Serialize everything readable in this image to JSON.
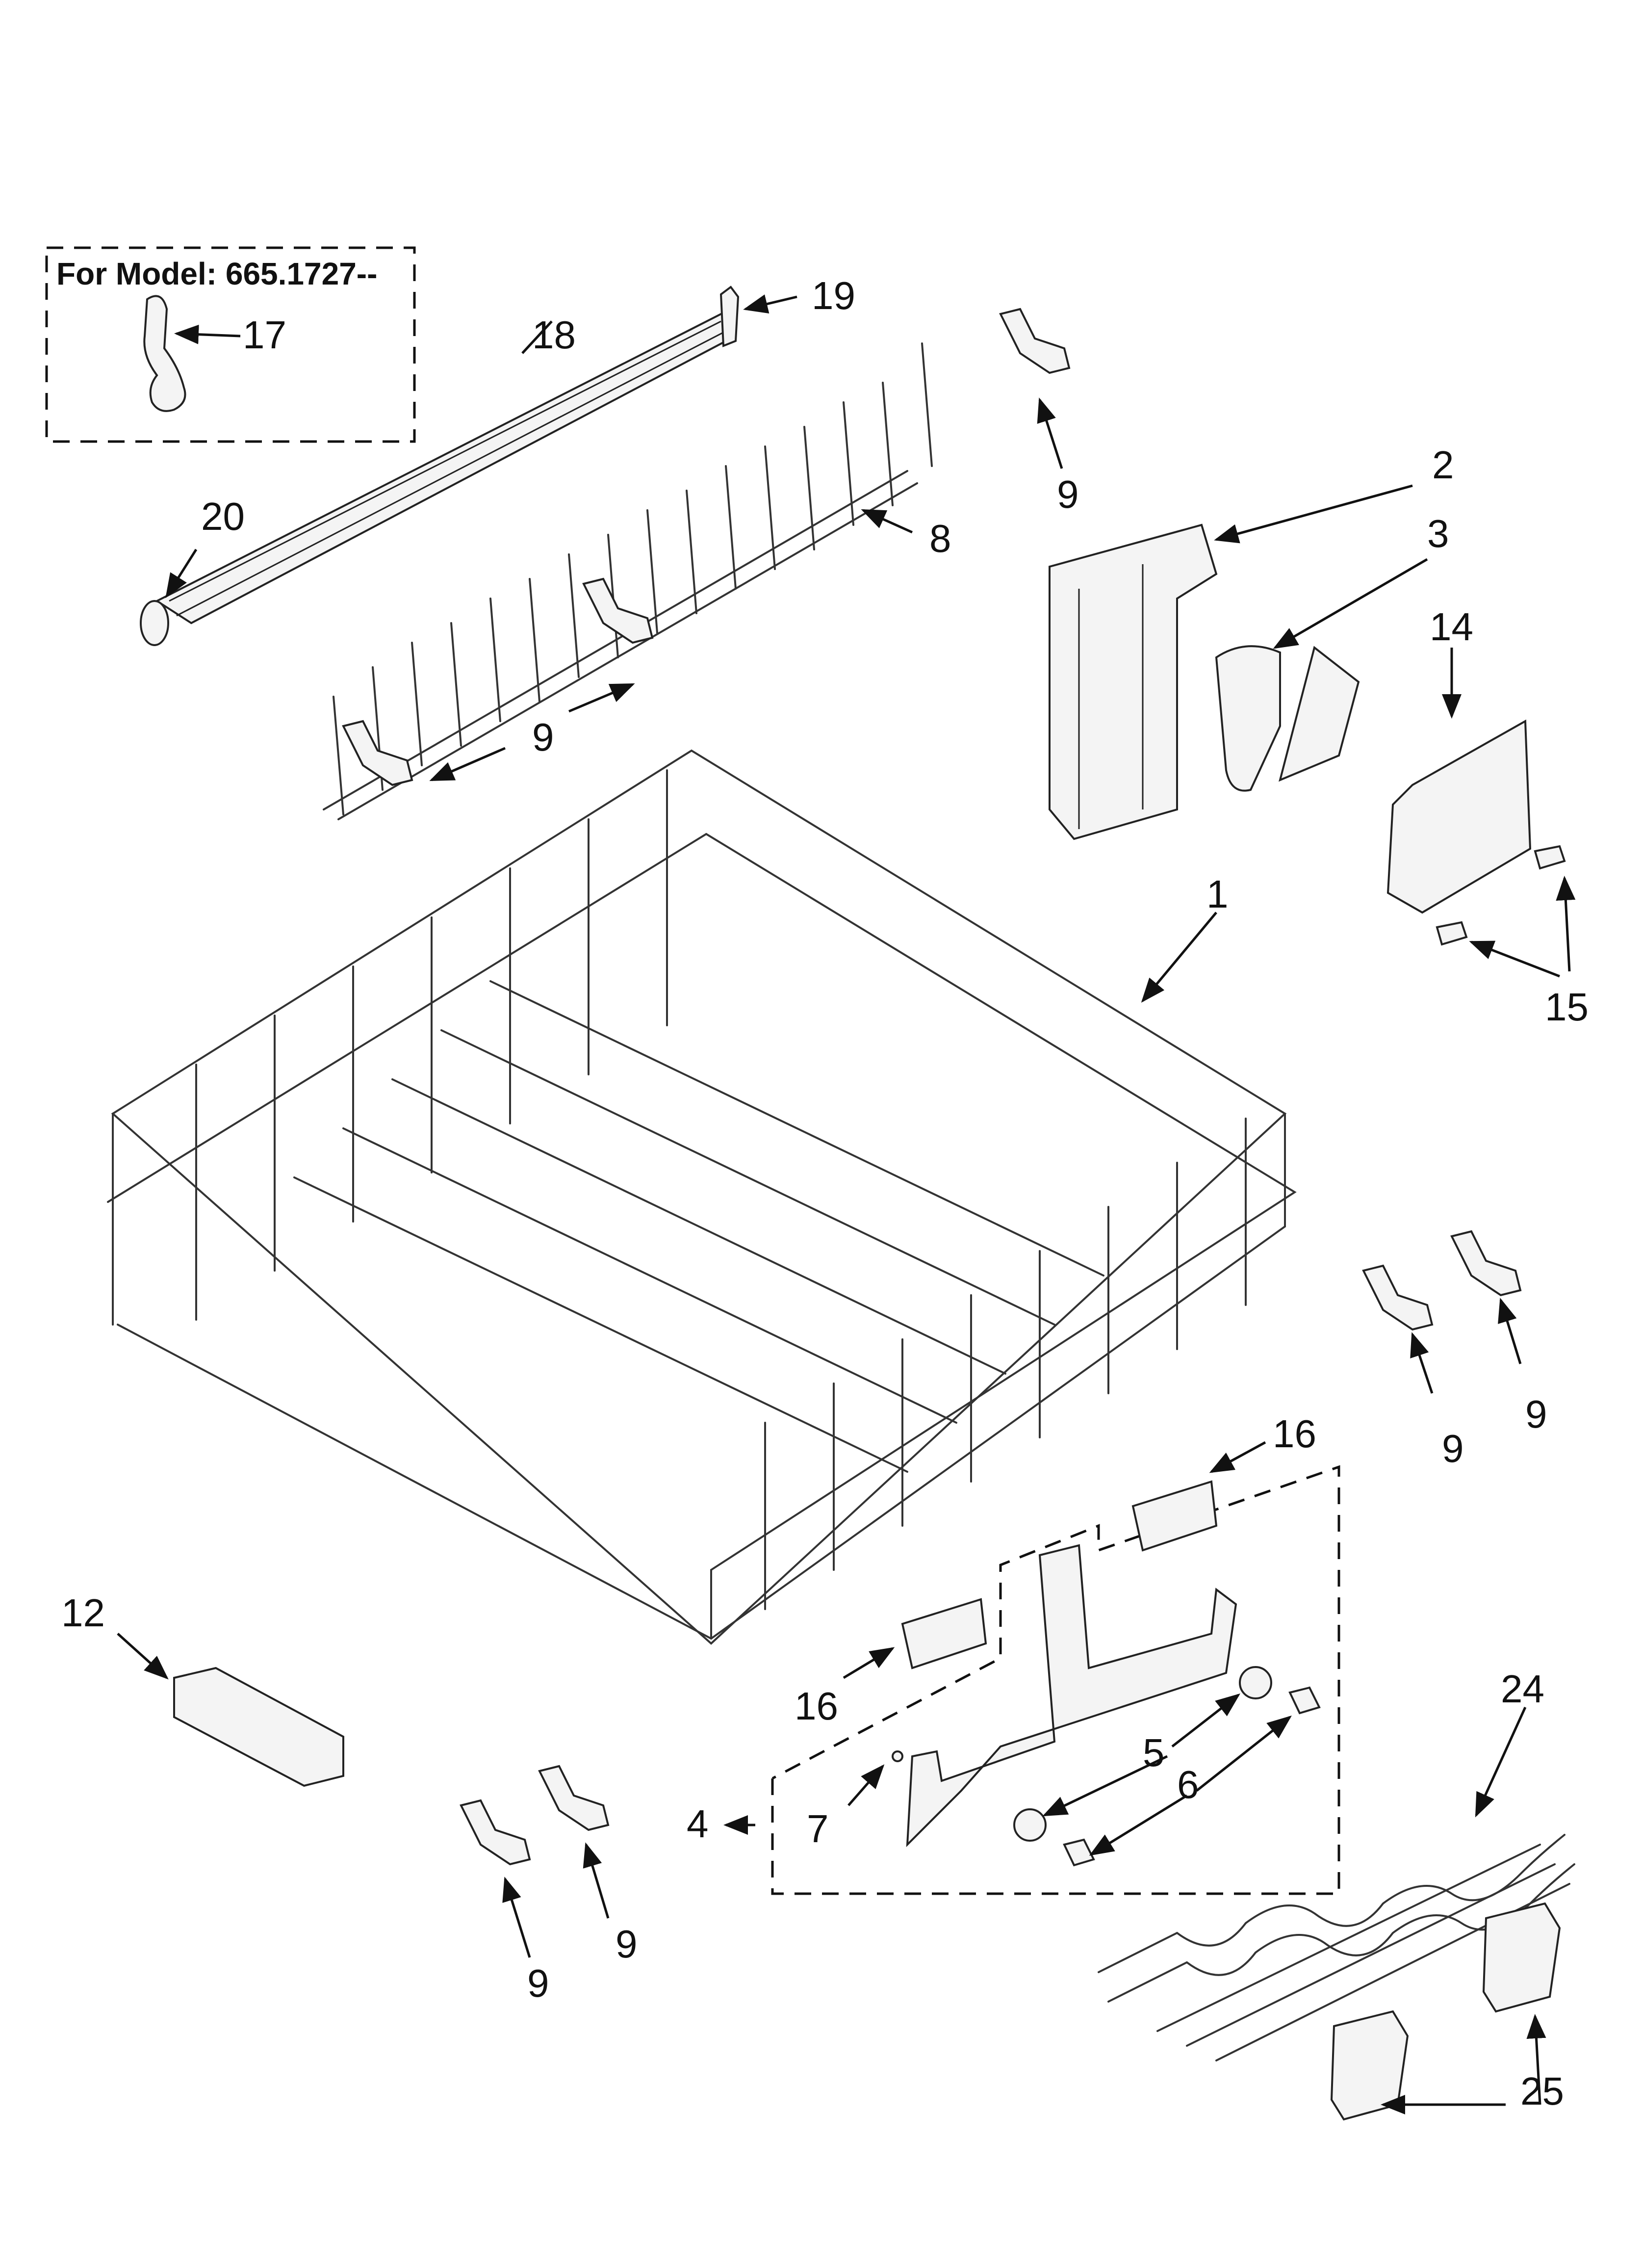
{
  "inset": {
    "label": "For Model: 665.1727--"
  },
  "callouts": {
    "c1": "1",
    "c2": "2",
    "c3": "3",
    "c4": "4",
    "c5": "5",
    "c6": "6",
    "c7": "7",
    "c8": "8",
    "c9": "9",
    "c12": "12",
    "c14": "14",
    "c15": "15",
    "c16": "16",
    "c17": "17",
    "c18": "18",
    "c19": "19",
    "c20": "20",
    "c24": "24",
    "c25": "25"
  }
}
